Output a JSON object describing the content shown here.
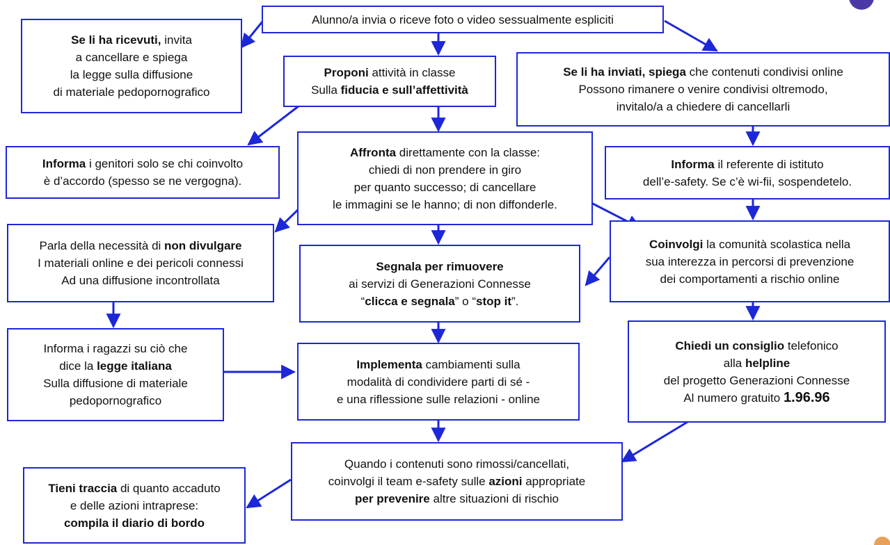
{
  "boxes": {
    "top": {
      "lines": [
        [
          {
            "t": "Alunno/a invia o riceve foto o video sessualmente espliciti"
          }
        ]
      ]
    },
    "received": {
      "lines": [
        [
          {
            "t": "Se li ha ricevuti,",
            "b": true
          },
          {
            "t": " invita"
          }
        ],
        [
          {
            "t": "a cancellare e spiega"
          }
        ],
        [
          {
            "t": "la legge sulla diffusione"
          }
        ],
        [
          {
            "t": "di materiale pedopornografico"
          }
        ]
      ]
    },
    "proponi": {
      "lines": [
        [
          {
            "t": "Proponi",
            "b": true
          },
          {
            "t": " attività in classe"
          }
        ],
        [
          {
            "t": "Sulla "
          },
          {
            "t": "fiducia e sull’affettività",
            "b": true
          }
        ]
      ]
    },
    "sent": {
      "lines": [
        [
          {
            "t": "Se li ha inviati, spiega",
            "b": true
          },
          {
            "t": " che contenuti condivisi online"
          }
        ],
        [
          {
            "t": "Possono rimanere o venire condivisi oltremodo,"
          }
        ],
        [
          {
            "t": "invitalo/a a chiedere di cancellarli"
          }
        ]
      ]
    },
    "informa_genitori": {
      "lines": [
        [
          {
            "t": "Informa",
            "b": true
          },
          {
            "t": " i genitori solo se chi coinvolto"
          }
        ],
        [
          {
            "t": "è d’accordo (spesso se ne vergogna)."
          }
        ]
      ]
    },
    "affronta": {
      "lines": [
        [
          {
            "t": "Affronta",
            "b": true
          },
          {
            "t": " direttamente con la classe:"
          }
        ],
        [
          {
            "t": "chiedi di non prendere in giro"
          }
        ],
        [
          {
            "t": "per quanto successo; di cancellare"
          }
        ],
        [
          {
            "t": "le immagini se le hanno; di non diffonderle."
          }
        ]
      ]
    },
    "informa_referente": {
      "lines": [
        [
          {
            "t": "Informa",
            "b": true
          },
          {
            "t": " il referente di istituto"
          }
        ],
        [
          {
            "t": "dell’e-safety. Se c’è wi-fii, sospendetelo."
          }
        ]
      ]
    },
    "parla": {
      "lines": [
        [
          {
            "t": "Parla della necessità di "
          },
          {
            "t": "non divulgare",
            "b": true
          }
        ],
        [
          {
            "t": "I materiali online e dei pericoli connessi"
          }
        ],
        [
          {
            "t": "Ad una diffusione incontrollata"
          }
        ]
      ]
    },
    "segnala": {
      "lines": [
        [
          {
            "t": "Segnala per rimuovere",
            "b": true
          }
        ],
        [
          {
            "t": "ai servizi di  Generazioni Connesse"
          }
        ],
        [
          {
            "t": "“"
          },
          {
            "t": "clicca e segnala",
            "b": true
          },
          {
            "t": "” o “"
          },
          {
            "t": "stop it",
            "b": true
          },
          {
            "t": "”."
          }
        ]
      ]
    },
    "coinvolgi": {
      "lines": [
        [
          {
            "t": "Coinvolgi",
            "b": true
          },
          {
            "t": " la comunità scolastica nella"
          }
        ],
        [
          {
            "t": "sua interezza in percorsi di prevenzione"
          }
        ],
        [
          {
            "t": "dei comportamenti a rischio online"
          }
        ]
      ]
    },
    "informa_ragazzi": {
      "lines": [
        [
          {
            "t": "Informa i ragazzi su ciò che"
          }
        ],
        [
          {
            "t": "dice la "
          },
          {
            "t": "legge italiana",
            "b": true
          }
        ],
        [
          {
            "t": "Sulla diffusione di materiale"
          }
        ],
        [
          {
            "t": "pedopornografico"
          }
        ]
      ]
    },
    "implementa": {
      "lines": [
        [
          {
            "t": "Implementa",
            "b": true
          },
          {
            "t": " cambiamenti sulla"
          }
        ],
        [
          {
            "t": "modalità di condividere parti di sé -"
          }
        ],
        [
          {
            "t": "e una riflessione sulle relazioni - online"
          }
        ]
      ]
    },
    "chiedi": {
      "lines": [
        [
          {
            "t": "Chiedi un consiglio",
            "b": true
          },
          {
            "t": " telefonico"
          }
        ],
        [
          {
            "t": "alla "
          },
          {
            "t": "helpline",
            "b": true
          }
        ],
        [
          {
            "t": "del progetto Generazioni Connesse"
          }
        ],
        [
          {
            "t": "Al numero gratuito "
          },
          {
            "t": "1.96.96",
            "big": true
          }
        ]
      ]
    },
    "quando": {
      "lines": [
        [
          {
            "t": "Quando i contenuti sono rimossi/cancellati,"
          }
        ],
        [
          {
            "t": "coinvolgi il team e-safety sulle "
          },
          {
            "t": "azioni",
            "b": true
          },
          {
            "t": " appropriate"
          }
        ],
        [
          {
            "t": "per prevenire",
            "b": true
          },
          {
            "t": " altre situazioni di rischio"
          }
        ]
      ]
    },
    "tieni": {
      "lines": [
        [
          {
            "t": "Tieni traccia",
            "b": true
          },
          {
            "t": " di quanto accaduto"
          }
        ],
        [
          {
            "t": "e delle azioni intraprese:"
          }
        ],
        [
          {
            "t": "compila il diario di bordo",
            "b": true
          }
        ]
      ]
    }
  },
  "colors": {
    "accent": "#1d27d8"
  }
}
